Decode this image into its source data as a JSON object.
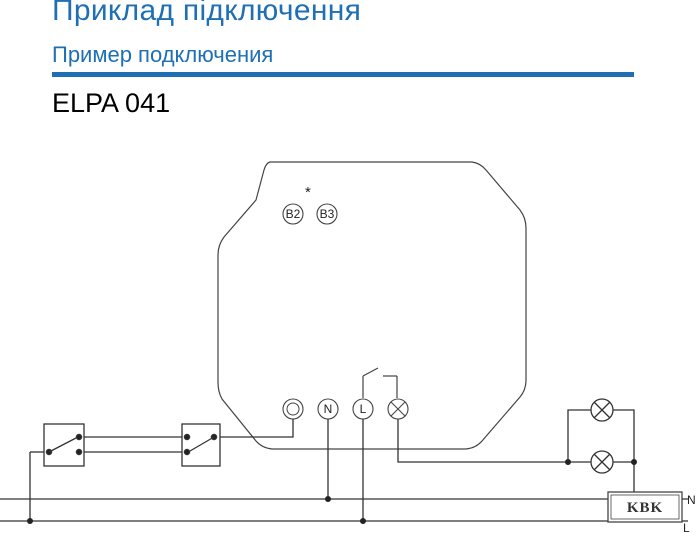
{
  "header": {
    "title_uk": "Приклад підключення",
    "title_ru": "Пример подключения",
    "model": "ELPA 041"
  },
  "diagram": {
    "asterisk": "*",
    "terminals_top": [
      "B2",
      "B3"
    ],
    "terminals_bottom": [
      {
        "name": "terminal-blank",
        "label": ""
      },
      {
        "name": "terminal-n",
        "label": "N"
      },
      {
        "name": "terminal-l",
        "label": "L"
      },
      {
        "name": "terminal-load",
        "label": ""
      }
    ],
    "bus_labels": {
      "neutral": "N",
      "line": "L"
    },
    "logo": "KBK"
  },
  "colors": {
    "accent": "#1e6fb4",
    "line": "#333333"
  }
}
